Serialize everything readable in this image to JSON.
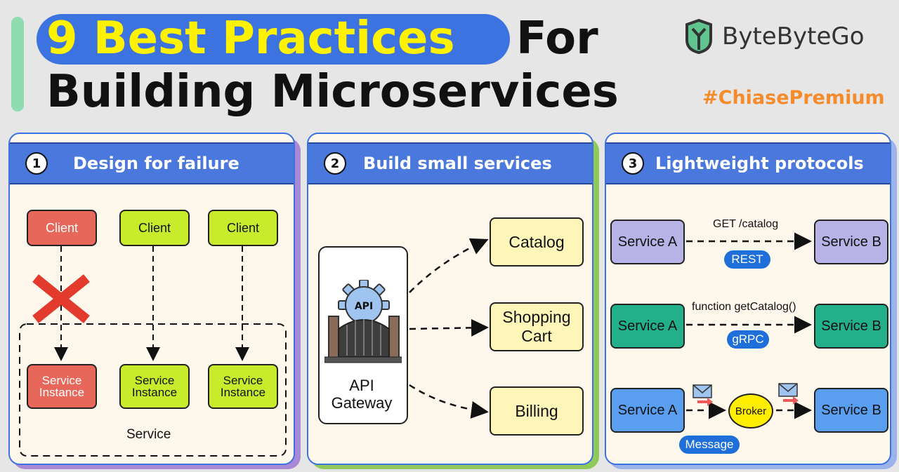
{
  "header": {
    "title_highlight": "9 Best Practices",
    "title_for": "For",
    "title_line2": "Building Microservices",
    "brand_name": "ByteByteGo",
    "hashtag": "#ChiasePremium"
  },
  "panels": [
    {
      "number": "1",
      "title": "Design for failure",
      "clients": [
        "Client",
        "Client",
        "Client"
      ],
      "instances": [
        "Service\nInstance",
        "Service\nInstance",
        "Service\nInstance"
      ],
      "service_label": "Service"
    },
    {
      "number": "2",
      "title": "Build small services",
      "gateway_icon_text": "API",
      "gateway_label": "API\nGateway",
      "services": [
        "Catalog",
        "Shopping\nCart",
        "Billing"
      ]
    },
    {
      "number": "3",
      "title": "Lightweight protocols",
      "rows": [
        {
          "left": "Service A",
          "right": "Service B",
          "caption": "GET /catalog",
          "badge": "REST",
          "color": "#b7b3e6"
        },
        {
          "left": "Service A",
          "right": "Service B",
          "caption": "function getCatalog()",
          "badge": "gRPC",
          "color": "#22b08a"
        },
        {
          "left": "Service A",
          "right": "Service B",
          "broker": "Broker",
          "badge": "Message",
          "color": "#5a9ef0"
        }
      ]
    }
  ],
  "colors": {
    "accent_blue": "#3d73e0",
    "title_yellow": "#fff200",
    "failed_client": "#e7675a",
    "healthy_client": "#c8ec2b",
    "failure_mark": "#e23b2e",
    "service_box": "#fdf6b8",
    "broker": "#ffee00",
    "hashtag": "#f58b2a"
  }
}
